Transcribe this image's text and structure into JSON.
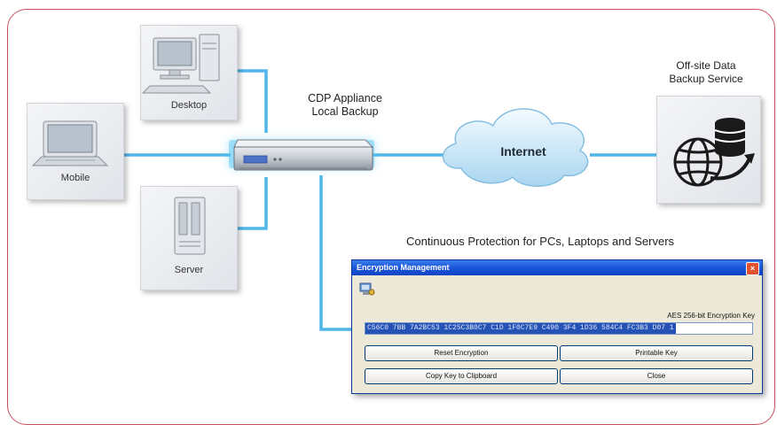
{
  "devices": {
    "desktop_label": "Desktop",
    "mobile_label": "Mobile",
    "server_label": "Server"
  },
  "appliance": {
    "caption_line1": "CDP Appliance",
    "caption_line2": "Local Backup"
  },
  "cloud": {
    "label": "Internet"
  },
  "offsite": {
    "caption_line1": "Off-site Data",
    "caption_line2": "Backup Service"
  },
  "caption": "Continuous Protection for PCs, Laptops and Servers",
  "dialog": {
    "title": "Encryption Management",
    "close_glyph": "×",
    "key_label": "AES 256-bit Encryption Key",
    "key_value": "C56C0 7BB 7A2BC53 1C25C3B0C7 C1D 1F0C7E9 C490 3F4 1D36 584C4 FC3B3 D07 1",
    "buttons": {
      "reset": "Reset Encryption",
      "printable": "Printable Key",
      "copy": "Copy Key to Clipboard",
      "close": "Close"
    }
  },
  "colors": {
    "link": "#4fb6e8",
    "frame": "#c85060",
    "titlebar": "#1a55d8",
    "glow": "#56c8f5"
  }
}
